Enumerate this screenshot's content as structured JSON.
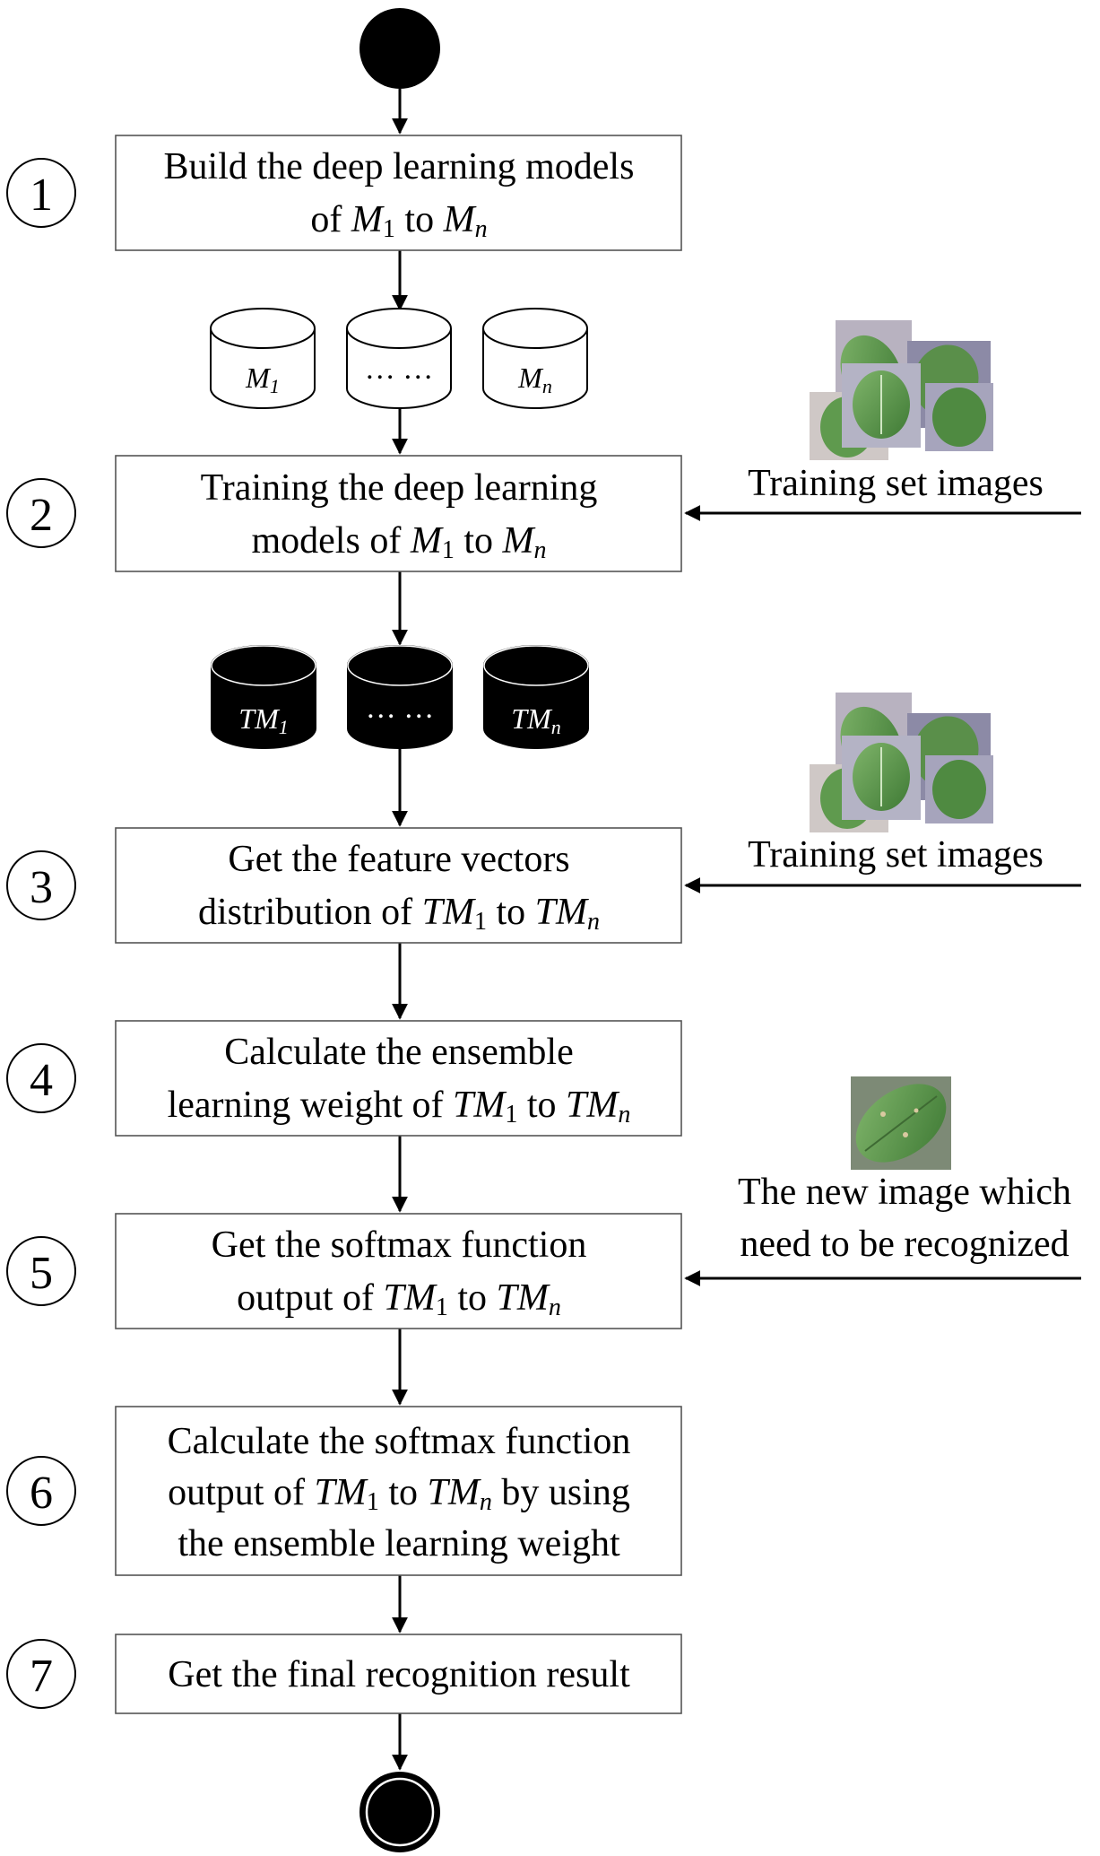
{
  "steps": [
    {
      "number": "1",
      "lines": [
        [
          "Build the deep learning models"
        ],
        [
          "of ",
          "M1",
          " to ",
          "Mn"
        ]
      ]
    },
    {
      "number": "2",
      "lines": [
        [
          "Training the deep learning"
        ],
        [
          "models of ",
          "M1",
          " to ",
          "Mn"
        ]
      ]
    },
    {
      "number": "3",
      "lines": [
        [
          "Get the feature vectors"
        ],
        [
          "distribution of ",
          "TM1",
          " to ",
          "TMn"
        ]
      ]
    },
    {
      "number": "4",
      "lines": [
        [
          "Calculate the ensemble"
        ],
        [
          "learning weight of ",
          "TM1",
          " to ",
          "TMn"
        ]
      ]
    },
    {
      "number": "5",
      "lines": [
        [
          "Get the softmax function"
        ],
        [
          "output of ",
          "TM1",
          " to ",
          "TMn"
        ]
      ]
    },
    {
      "number": "6",
      "lines": [
        [
          "Calculate the softmax function"
        ],
        [
          "output of ",
          "TM1",
          " to ",
          "TMn",
          " by using"
        ],
        [
          "the ensemble learning weight"
        ]
      ]
    },
    {
      "number": "7",
      "lines": [
        [
          "Get the final recognition result"
        ]
      ]
    }
  ],
  "untrained_models": {
    "first": "M1",
    "middle": "… …",
    "last": "Mn"
  },
  "trained_models": {
    "first": "TM1",
    "middle": "… …",
    "last": "TMn"
  },
  "side_inputs": {
    "training_set_1": "Training set images",
    "training_set_2": "Training set images",
    "new_image_line1": "The new image which",
    "new_image_line2": "need to be recognized"
  },
  "colors": {
    "stroke": "#000000",
    "box_border": "#555555",
    "leaf_green": "#5f9a4e",
    "photo_bg": "#9a9aaa"
  }
}
